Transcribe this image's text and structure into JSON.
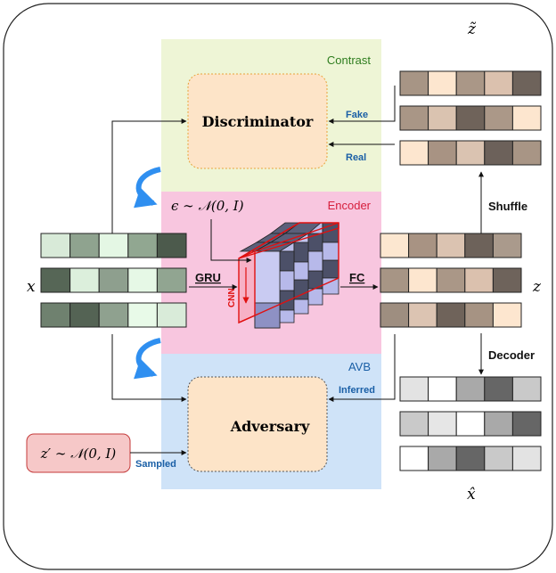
{
  "panels": {
    "contrast": "Contrast",
    "encoder": "Encoder",
    "avb": "AVB"
  },
  "boxes": {
    "discriminator": "Discriminator",
    "adversary": "Adversary",
    "prior": "z′ ∼ 𝒩(0, I)"
  },
  "symbols": {
    "x": "x",
    "z": "z",
    "z_tilde": "z̃",
    "x_hat": "x̂",
    "epsilon": "ϵ ∼ 𝒩(0, I)"
  },
  "arrow_labels": {
    "fake": "Fake",
    "real": "Real",
    "shuffle": "Shuffle",
    "decoder": "Decoder",
    "inferred": "Inferred",
    "sampled": "Sampled",
    "gru": "GRU",
    "fc": "FC",
    "cnn": "CNN"
  },
  "colors": {
    "contrast_panel": "#eef5d6",
    "encoder_panel": "#f8c6df",
    "avb_panel": "#cfe3f8",
    "box_fill": "#fde4c8",
    "prior_fill": "#f6c8c8",
    "accent_blue": "#1a5fa6",
    "cnn_red": "#e01010",
    "curved_arrow": "#2f8ff0"
  },
  "grids": {
    "x": [
      [
        "#d8ead8",
        "#8fa38f",
        "#e4f7e4",
        "#91a791",
        "#4c5a4c"
      ],
      [
        "#566656",
        "#dcefdc",
        "#8e9f8e",
        "#e6f8e6",
        "#91a591"
      ],
      [
        "#6f816f",
        "#546354",
        "#8fa18f",
        "#e8fae8",
        "#d9ebd9"
      ]
    ],
    "z": [
      [
        "#fce7d0",
        "#a89383",
        "#dbc3b1",
        "#6d625a",
        "#aa9a8c"
      ],
      [
        "#a79585",
        "#fde6cf",
        "#aa9787",
        "#dbc1ae",
        "#6e635b"
      ],
      [
        "#9e8e80",
        "#dcc4b2",
        "#6f635a",
        "#a69383",
        "#fde6cf"
      ]
    ],
    "z_tilde": [
      [
        "#a79585",
        "#fde6cf",
        "#aa9787",
        "#dbc1ae",
        "#6e635b"
      ],
      [
        "#a99686",
        "#dac3b0",
        "#6f635a",
        "#ab9888",
        "#fde6cf"
      ],
      [
        "#fde6cf",
        "#a89383",
        "#dac3b1",
        "#6c615a",
        "#a89585"
      ]
    ],
    "x_hat": [
      [
        "#e3e3e3",
        "#ffffff",
        "#a9a9a9",
        "#666666",
        "#c9c9c9"
      ],
      [
        "#c9c9c9",
        "#e6e6e6",
        "#ffffff",
        "#a9a9a9",
        "#666666"
      ],
      [
        "#ffffff",
        "#a9a9a9",
        "#666666",
        "#c9c9c9",
        "#e3e3e3"
      ]
    ]
  }
}
